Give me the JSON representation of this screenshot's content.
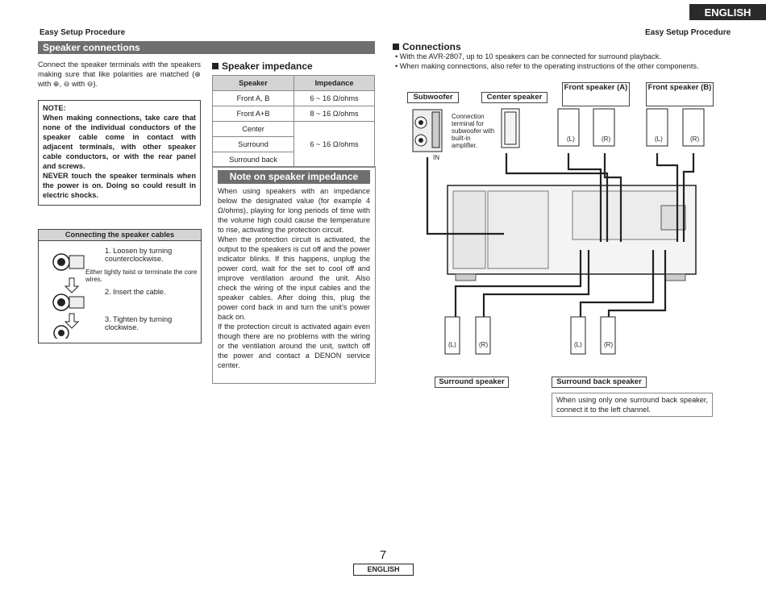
{
  "header": {
    "left_title": "Easy Setup Procedure",
    "right_title": "Easy Setup Procedure",
    "language_tab": "ENGLISH"
  },
  "speaker_connections": {
    "title": "Speaker connections",
    "intro": "Connect the speaker terminals with the speakers making sure that like polarities are matched (⊕ with ⊕, ⊖ with ⊖).",
    "note_title": "NOTE:",
    "note_text": "When making connections, take care that none of the individual conductors of the speaker cable come in contact with adjacent terminals, with other speaker cable conductors, or with the rear panel and screws.",
    "note_warning": "NEVER touch the speaker terminals when the power is on. Doing so could result in electric shocks."
  },
  "cable_box": {
    "title": "Connecting the speaker cables",
    "step1": "1.  Loosen by turning counterclockwise.",
    "tip": "Either tightly twist or terminate the core wires.",
    "step2": "2.  Insert the cable.",
    "step3": "3.  Tighten by turning clockwise."
  },
  "impedance": {
    "title": "Speaker impedance",
    "headers": [
      "Speaker",
      "Impedance"
    ],
    "rows": [
      "Front A, B",
      "Front A+B",
      "Center",
      "Surround",
      "Surround back"
    ],
    "values": [
      "6 ~ 16 Ω/ohms",
      "8 ~ 16 Ω/ohms",
      "6 ~ 16 Ω/ohms"
    ]
  },
  "note_impedance": {
    "title": "Note on speaker impedance",
    "p1": "When using speakers with an impedance below the designated value (for example 4 Ω/ohms), playing for long periods of time with the volume high could cause the temperature to rise, activating the protection circuit.",
    "p2": "When the protection circuit is activated, the output to the speakers is cut off and the power indicator blinks. If this happens, unplug the power cord, wait for the set to cool off and improve ventilation around the unit. Also check the wiring of the input cables and the speaker cables. After doing this, plug the power cord back in and turn the unit’s power back on.",
    "p3": "If the protection circuit is activated again even though there are no problems with the wiring or the ventilation around the unit, switch off the power and contact a DENON service center."
  },
  "connections": {
    "title": "Connections",
    "bullet1": "• With the AVR-2807, up to 10 speakers can be connected for surround playback.",
    "bullet2": "• When making connections, also refer to the operating instructions of the other components.",
    "subwoofer": "Subwoofer",
    "center": "Center speaker",
    "front_a": "Front speaker (A)",
    "front_b": "Front speaker (B)",
    "sub_note": "Connection terminal for subwoofer with built-in amplifier.",
    "in_label": "IN",
    "surround": "Surround speaker",
    "surround_back": "Surround back speaker",
    "sb_note": "When using only one surround back speaker, connect it to the left channel.",
    "L": "(L)",
    "R": "(R)"
  },
  "footer": {
    "page_number": "7",
    "language": "ENGLISH"
  }
}
